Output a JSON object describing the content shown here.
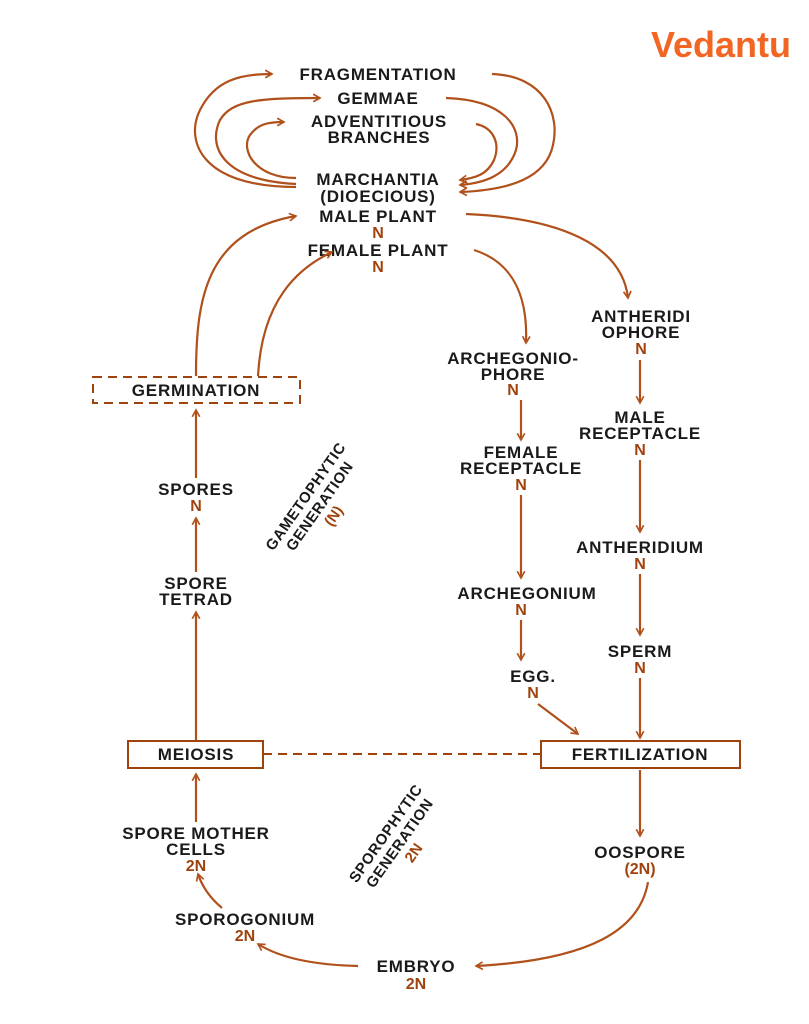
{
  "brand": {
    "logo_text": "Vedantu",
    "accent_color": "#f26522",
    "line_color": "#b0511b",
    "ploidy_color": "#a0420e"
  },
  "nodes": {
    "fragmentation": "FRAGMENTATION",
    "gemmae": "GEMMAE",
    "adventitious_1": "ADVENTITIOUS",
    "adventitious_2": "BRANCHES",
    "marchantia_1": "MARCHANTIA",
    "marchantia_2": "(DIOECIOUS)",
    "male_plant": "MALE PLANT",
    "male_plant_ploidy": "N",
    "female_plant": "FEMALE PLANT",
    "female_plant_ploidy": "N",
    "antheridiophore_1": "ANTHERIDI",
    "antheridiophore_2": "OPHORE",
    "antheridiophore_ploidy": "N",
    "archegoniophore_1": "ARCHEGONIO-",
    "archegoniophore_2": "PHORE",
    "archegoniophore_ploidy": "N",
    "male_receptacle_1": "MALE",
    "male_receptacle_2": "RECEPTACLE",
    "male_receptacle_ploidy": "N",
    "female_receptacle_1": "FEMALE",
    "female_receptacle_2": "RECEPTACLE",
    "female_receptacle_ploidy": "N",
    "antheridium": "ANTHERIDIUM",
    "antheridium_ploidy": "N",
    "archegonium": "ARCHEGONIUM",
    "archegonium_ploidy": "N",
    "sperm": "SPERM",
    "sperm_ploidy": "N",
    "egg": "EGG.",
    "egg_ploidy": "N",
    "germination": "GERMINATION",
    "spores": "SPORES",
    "spores_ploidy": "N",
    "spore_tetrad_1": "SPORE",
    "spore_tetrad_2": "TETRAD",
    "meiosis": "MEIOSIS",
    "fertilization": "FERTILIZATION",
    "spore_mother_cells_1": "SPORE MOTHER",
    "spore_mother_cells_2": "CELLS",
    "spore_mother_cells_ploidy": "2N",
    "sporogonium": "SPOROGONIUM",
    "sporogonium_ploidy": "2N",
    "embryo": "EMBRYO",
    "embryo_ploidy": "2N",
    "oospore": "OOSPORE",
    "oospore_ploidy": "(2N)"
  },
  "generations": {
    "gametophytic_1": "GAMETOPHYTIC",
    "gametophytic_2": "GENERATION",
    "gametophytic_ploidy": "(N)",
    "sporophytic_1": "SPOROPHYTIC",
    "sporophytic_2": "GENERATION",
    "sporophytic_ploidy": "2N"
  }
}
